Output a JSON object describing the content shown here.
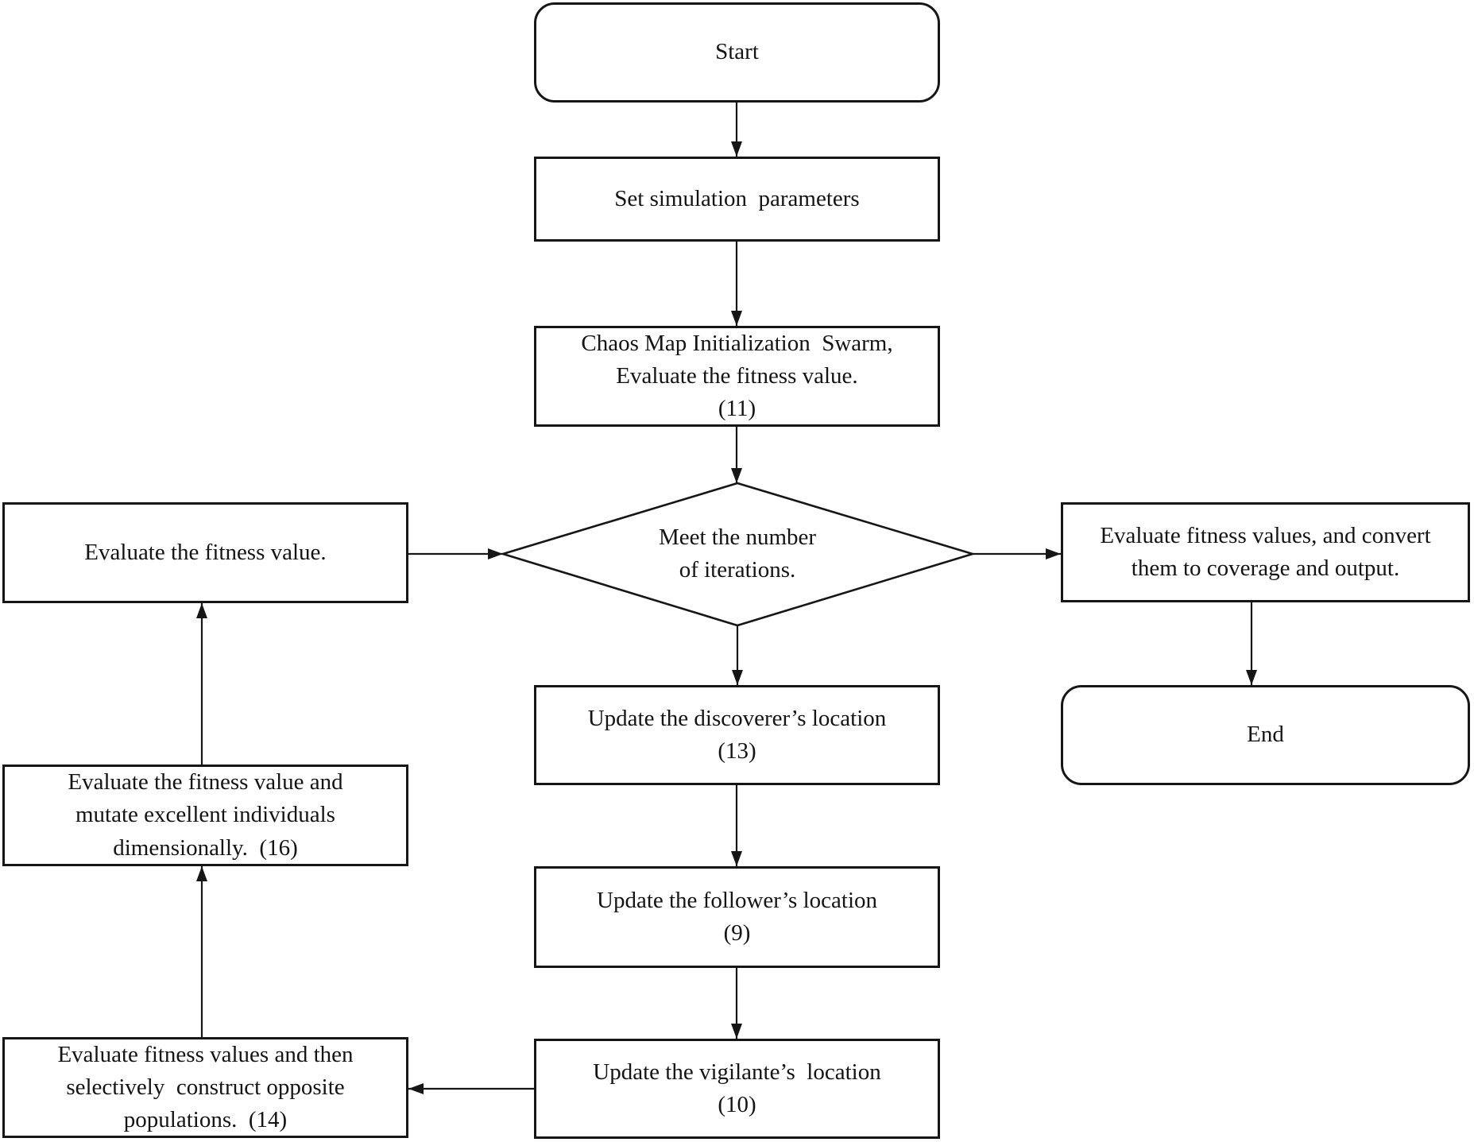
{
  "diagram": {
    "title": "Algorithm flowchart",
    "colors": {
      "line": "#161616",
      "background": "#ffffff",
      "text": "#141414"
    },
    "nodes": {
      "start": {
        "label": "Start",
        "shape": "rounded"
      },
      "set_params": {
        "label": "Set simulation  parameters",
        "shape": "rect"
      },
      "chaos_init": {
        "label": "Chaos Map Initialization  Swarm,\nEvaluate the fitness value.\n(11)",
        "shape": "rect"
      },
      "iterations_check": {
        "label": "Meet the number\nof iterations.",
        "shape": "diamond"
      },
      "eval_fitness": {
        "label": "Evaluate the fitness value.",
        "shape": "rect"
      },
      "eval_convert": {
        "label": "Evaluate fitness values, and convert\nthem to coverage and output.",
        "shape": "rect"
      },
      "end": {
        "label": "End",
        "shape": "rounded"
      },
      "update_discoverer": {
        "label": "Update the discoverer’s location\n(13)",
        "shape": "rect"
      },
      "update_follower": {
        "label": "Update the follower’s location\n(9)",
        "shape": "rect"
      },
      "update_vigilante": {
        "label": "Update the vigilante’s  location\n(10)",
        "shape": "rect"
      },
      "eval_mutate": {
        "label": "Evaluate the fitness value and\nmutate excellent individuals\ndimensionally.  (16)",
        "shape": "rect"
      },
      "eval_opposite": {
        "label": "Evaluate fitness values and then\nselectively  construct opposite\npopulations.  (14)",
        "shape": "rect"
      }
    }
  }
}
